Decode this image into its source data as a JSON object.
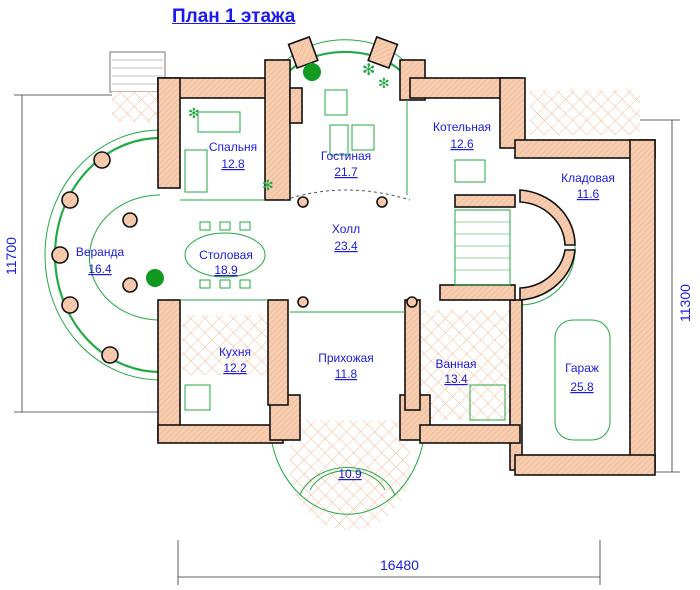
{
  "title": "План 1 этажа",
  "rooms": [
    {
      "name": "Спальня",
      "area": "12.8"
    },
    {
      "name": "Гостиная",
      "area": "21.7"
    },
    {
      "name": "Котельная",
      "area": "12.6"
    },
    {
      "name": "Кладовая",
      "area": "11.6"
    },
    {
      "name": "Веранда",
      "area": "16.4"
    },
    {
      "name": "Столовая",
      "area": "18.9"
    },
    {
      "name": "Холл",
      "area": "23.4"
    },
    {
      "name": "Кухня",
      "area": "12.2"
    },
    {
      "name": "Прихожая",
      "area": "11.8"
    },
    {
      "name": "Ванная",
      "area": "13.4"
    },
    {
      "name": "Гараж",
      "area": "25.8"
    }
  ],
  "porch_area": "10.9",
  "dimensions": {
    "left": "11700",
    "right": "11300",
    "bottom": "16480"
  },
  "colors": {
    "wall": "#f7cdb0",
    "line": "#22aa44",
    "text": "#1a1ae0"
  }
}
